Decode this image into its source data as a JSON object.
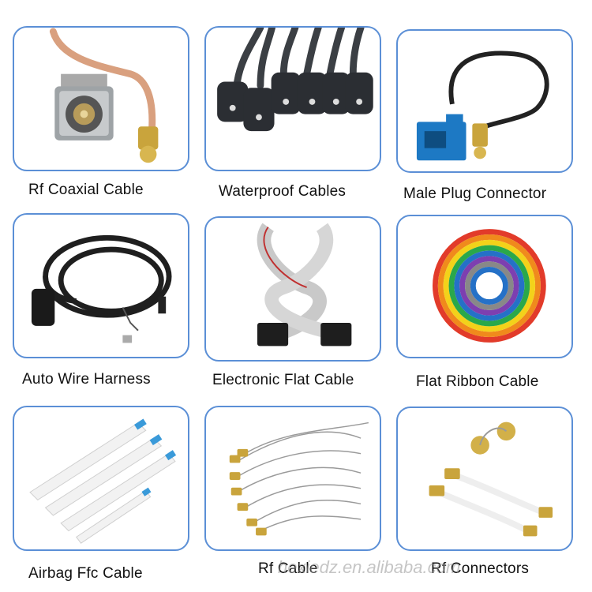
{
  "products": [
    {
      "caption": "Rf Coaxial Cable",
      "image_icon": "rf-coaxial-cable-photo"
    },
    {
      "caption": "Waterproof Cables",
      "image_icon": "waterproof-cables-photo"
    },
    {
      "caption": "Male Plug Connector",
      "image_icon": "male-plug-connector-photo"
    },
    {
      "caption": "Auto Wire Harness",
      "image_icon": "auto-wire-harness-photo"
    },
    {
      "caption": "Electronic Flat Cable",
      "image_icon": "electronic-flat-cable-photo"
    },
    {
      "caption": "Flat Ribbon Cable",
      "image_icon": "flat-ribbon-cable-photo"
    },
    {
      "caption": "Airbag Ffc Cable",
      "image_icon": "airbag-ffc-cable-photo"
    },
    {
      "caption": "Rf Cable",
      "image_icon": "rf-cable-photo"
    },
    {
      "caption": "Rf Connectors",
      "image_icon": "rf-connectors-photo"
    }
  ],
  "watermark": "hexiedz.en.alibaba.com",
  "colors": {
    "card_border": "#5b8fd6",
    "text": "#111111"
  }
}
